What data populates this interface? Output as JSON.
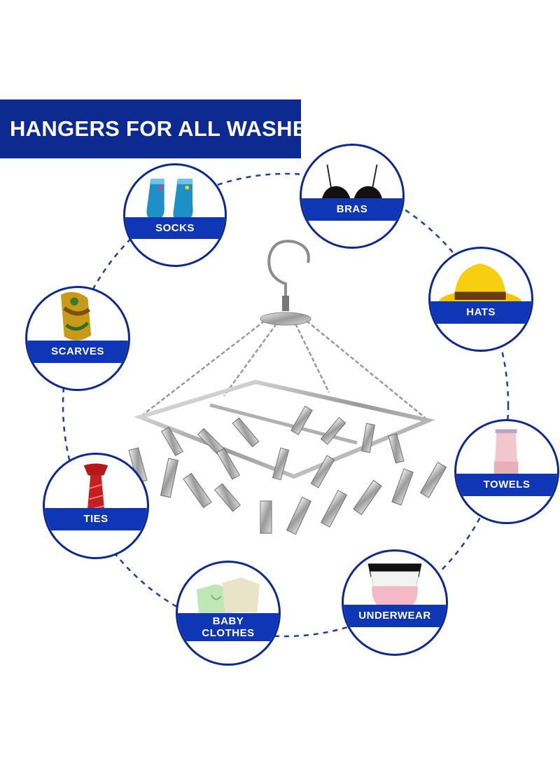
{
  "banner": {
    "title": "HANGERS FOR ALL WASHES"
  },
  "colors": {
    "brand_blue": "#0c2a8f",
    "band_blue": "#0f36b4",
    "dashed_circle": "#1e3f9e"
  },
  "categories": [
    {
      "label": "SOCKS",
      "icon": "socks-icon"
    },
    {
      "label": "BRAS",
      "icon": "bra-icon"
    },
    {
      "label": "HATS",
      "icon": "hat-icon"
    },
    {
      "label": "SCARVES",
      "icon": "scarf-icon"
    },
    {
      "label": "TOWELS",
      "icon": "towel-icon"
    },
    {
      "label": "TIES",
      "icon": "tie-icon"
    },
    {
      "label": "BABY\nCLOTHES",
      "icon": "baby-clothes-icon"
    },
    {
      "label": "UNDERWEAR",
      "icon": "underwear-icon"
    }
  ],
  "product": {
    "icon": "peg-hanger-icon"
  }
}
